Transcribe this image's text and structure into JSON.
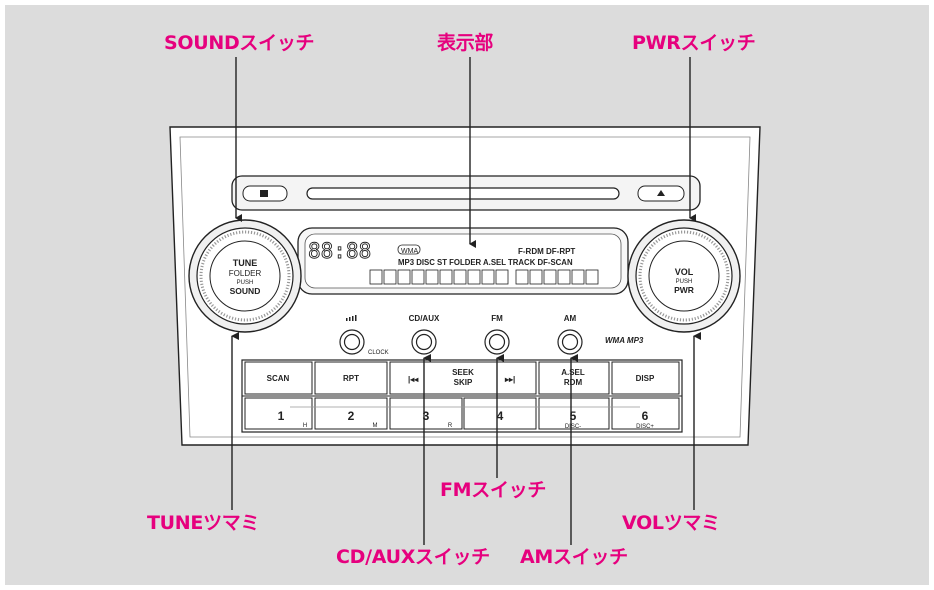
{
  "callouts": {
    "sound_switch": "SOUNDスイッチ",
    "display": "表示部",
    "pwr_switch": "PWRスイッチ",
    "tune_knob": "TUNEツマミ",
    "cd_aux_switch": "CD/AUXスイッチ",
    "fm_switch": "FMスイッチ",
    "am_switch": "AMスイッチ",
    "vol_knob": "VOLツマミ"
  },
  "unit": {
    "tune_knob": {
      "line1": "TUNE",
      "line2": "FOLDER",
      "line3": "PUSH",
      "line4": "SOUND"
    },
    "vol_knob": {
      "line1": "VOL",
      "line2": "PUSH",
      "line3": "PWR"
    },
    "display": {
      "wma": "WMA",
      "top_right": "F-RDM DF-RPT",
      "indicator_row": "MP3 DISC ST FOLDER A.SEL TRACK DF-SCAN"
    },
    "small_buttons": {
      "cd_aux": "CD/AUX",
      "fm": "FM",
      "am": "AM",
      "clock": "CLOCK"
    },
    "format_logo": "WMA MP3",
    "buttons_row1": {
      "scan": "SCAN",
      "rpt": "RPT",
      "seek_line1": "SEEK",
      "seek_line2": "SKIP",
      "as_line1": "A.SEL",
      "as_line2": "RDM",
      "disp": "DISP"
    },
    "presets": [
      {
        "num": "1",
        "sub": "H"
      },
      {
        "num": "2",
        "sub": "M"
      },
      {
        "num": "3",
        "sub": "R"
      },
      {
        "num": "4",
        "sub": ""
      },
      {
        "num": "5",
        "sub": "DISC-"
      },
      {
        "num": "6",
        "sub": "DISC+"
      }
    ]
  },
  "colors": {
    "callout": "#e6007e",
    "background": "#dcdcdc",
    "line": "#222222"
  }
}
